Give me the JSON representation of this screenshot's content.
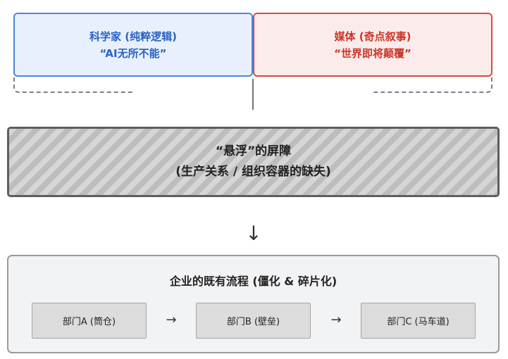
{
  "scientist": {
    "label": "科学家 (纯粹逻辑)",
    "quote": "“AI无所不能”",
    "color": "#2a62c4"
  },
  "media": {
    "label": "媒体 (奇点叙事)",
    "quote": "“世界即将颠覆”",
    "color": "#cc3526"
  },
  "barrier": {
    "line1": "“悬浮”的屏障",
    "line2": "(生产关系 / 组织容器的缺失)"
  },
  "down_arrow": "↓",
  "process": {
    "title": "企业的既有流程 (僵化 & 碎片化)",
    "departments": [
      {
        "label": "部门A (筒仓)"
      },
      {
        "label": "部门B (壁垒)"
      },
      {
        "label": "部门C (马车道)"
      }
    ],
    "arrow": "→"
  }
}
